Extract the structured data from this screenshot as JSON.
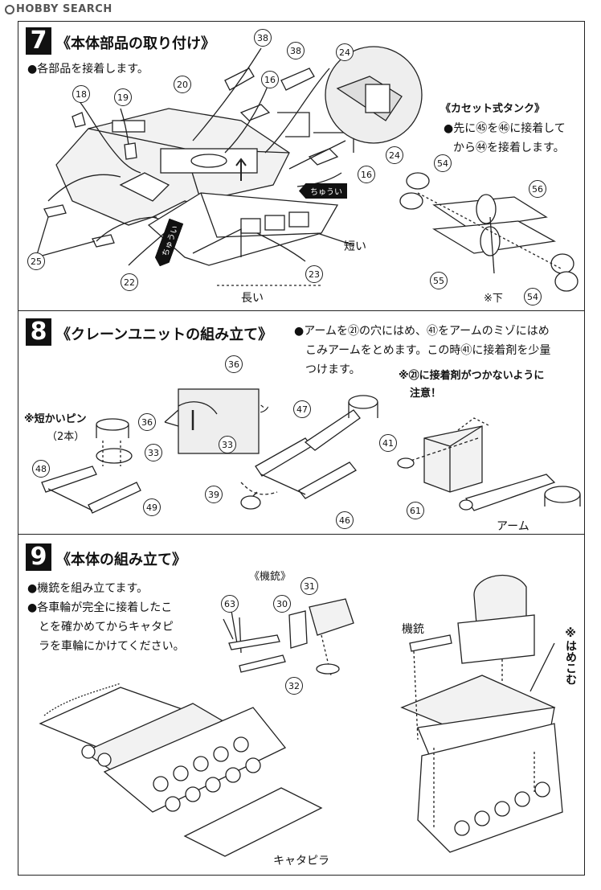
{
  "logo": {
    "text": "HOBBY SEARCH"
  },
  "step7": {
    "number": "7",
    "title": "《本体部品の取り付け》",
    "instruction": "●各部品を接着します。",
    "cassette_title": "《カセット式タンク》",
    "cassette_line1": "●先に㊺を㊻に接着して",
    "cassette_line2": "から㊹を接着します。",
    "tag_left": "ちゅうい",
    "tag_right": "ちゅうい",
    "label_short": "短い",
    "label_long": "長い",
    "label_bottom": "※下",
    "parts": [
      "38",
      "38",
      "24",
      "16",
      "18",
      "19",
      "20",
      "24",
      "16",
      "25",
      "22",
      "23",
      "54",
      "56",
      "55",
      "54"
    ]
  },
  "step8": {
    "number": "8",
    "title": "《クレーンユニットの組み立て》",
    "line1": "●アームを㉑の穴にはめ、㊶をアームのミゾにはめ",
    "line2": "こみアームをとめます。この時㊶に接着剤を少量",
    "line3": "つけます。",
    "warning1": "※㉑に接着剤がつかないように",
    "warning2": "注意！",
    "short_pin_note": "※短かいピン",
    "short_pin_count": "（2本）",
    "short_pin_detail": "短かいピン",
    "label_arm": "アーム",
    "parts": [
      "36",
      "36",
      "33",
      "33",
      "48",
      "49",
      "47",
      "39",
      "46",
      "41",
      "61"
    ]
  },
  "step9": {
    "number": "9",
    "title": "《本体の組み立て》",
    "line1": "●機銃を組み立てます。",
    "line2": "●各車輪が完全に接着したこ",
    "line3": "とを確かめてからキャタピ",
    "line4": "ラを車輪にかけてください。",
    "gun_title": "《機銃》",
    "label_gun": "機銃",
    "label_track": "キャタピラ",
    "label_hamekomu": "※はめこむ",
    "parts": [
      "63",
      "30",
      "31",
      "32"
    ]
  }
}
